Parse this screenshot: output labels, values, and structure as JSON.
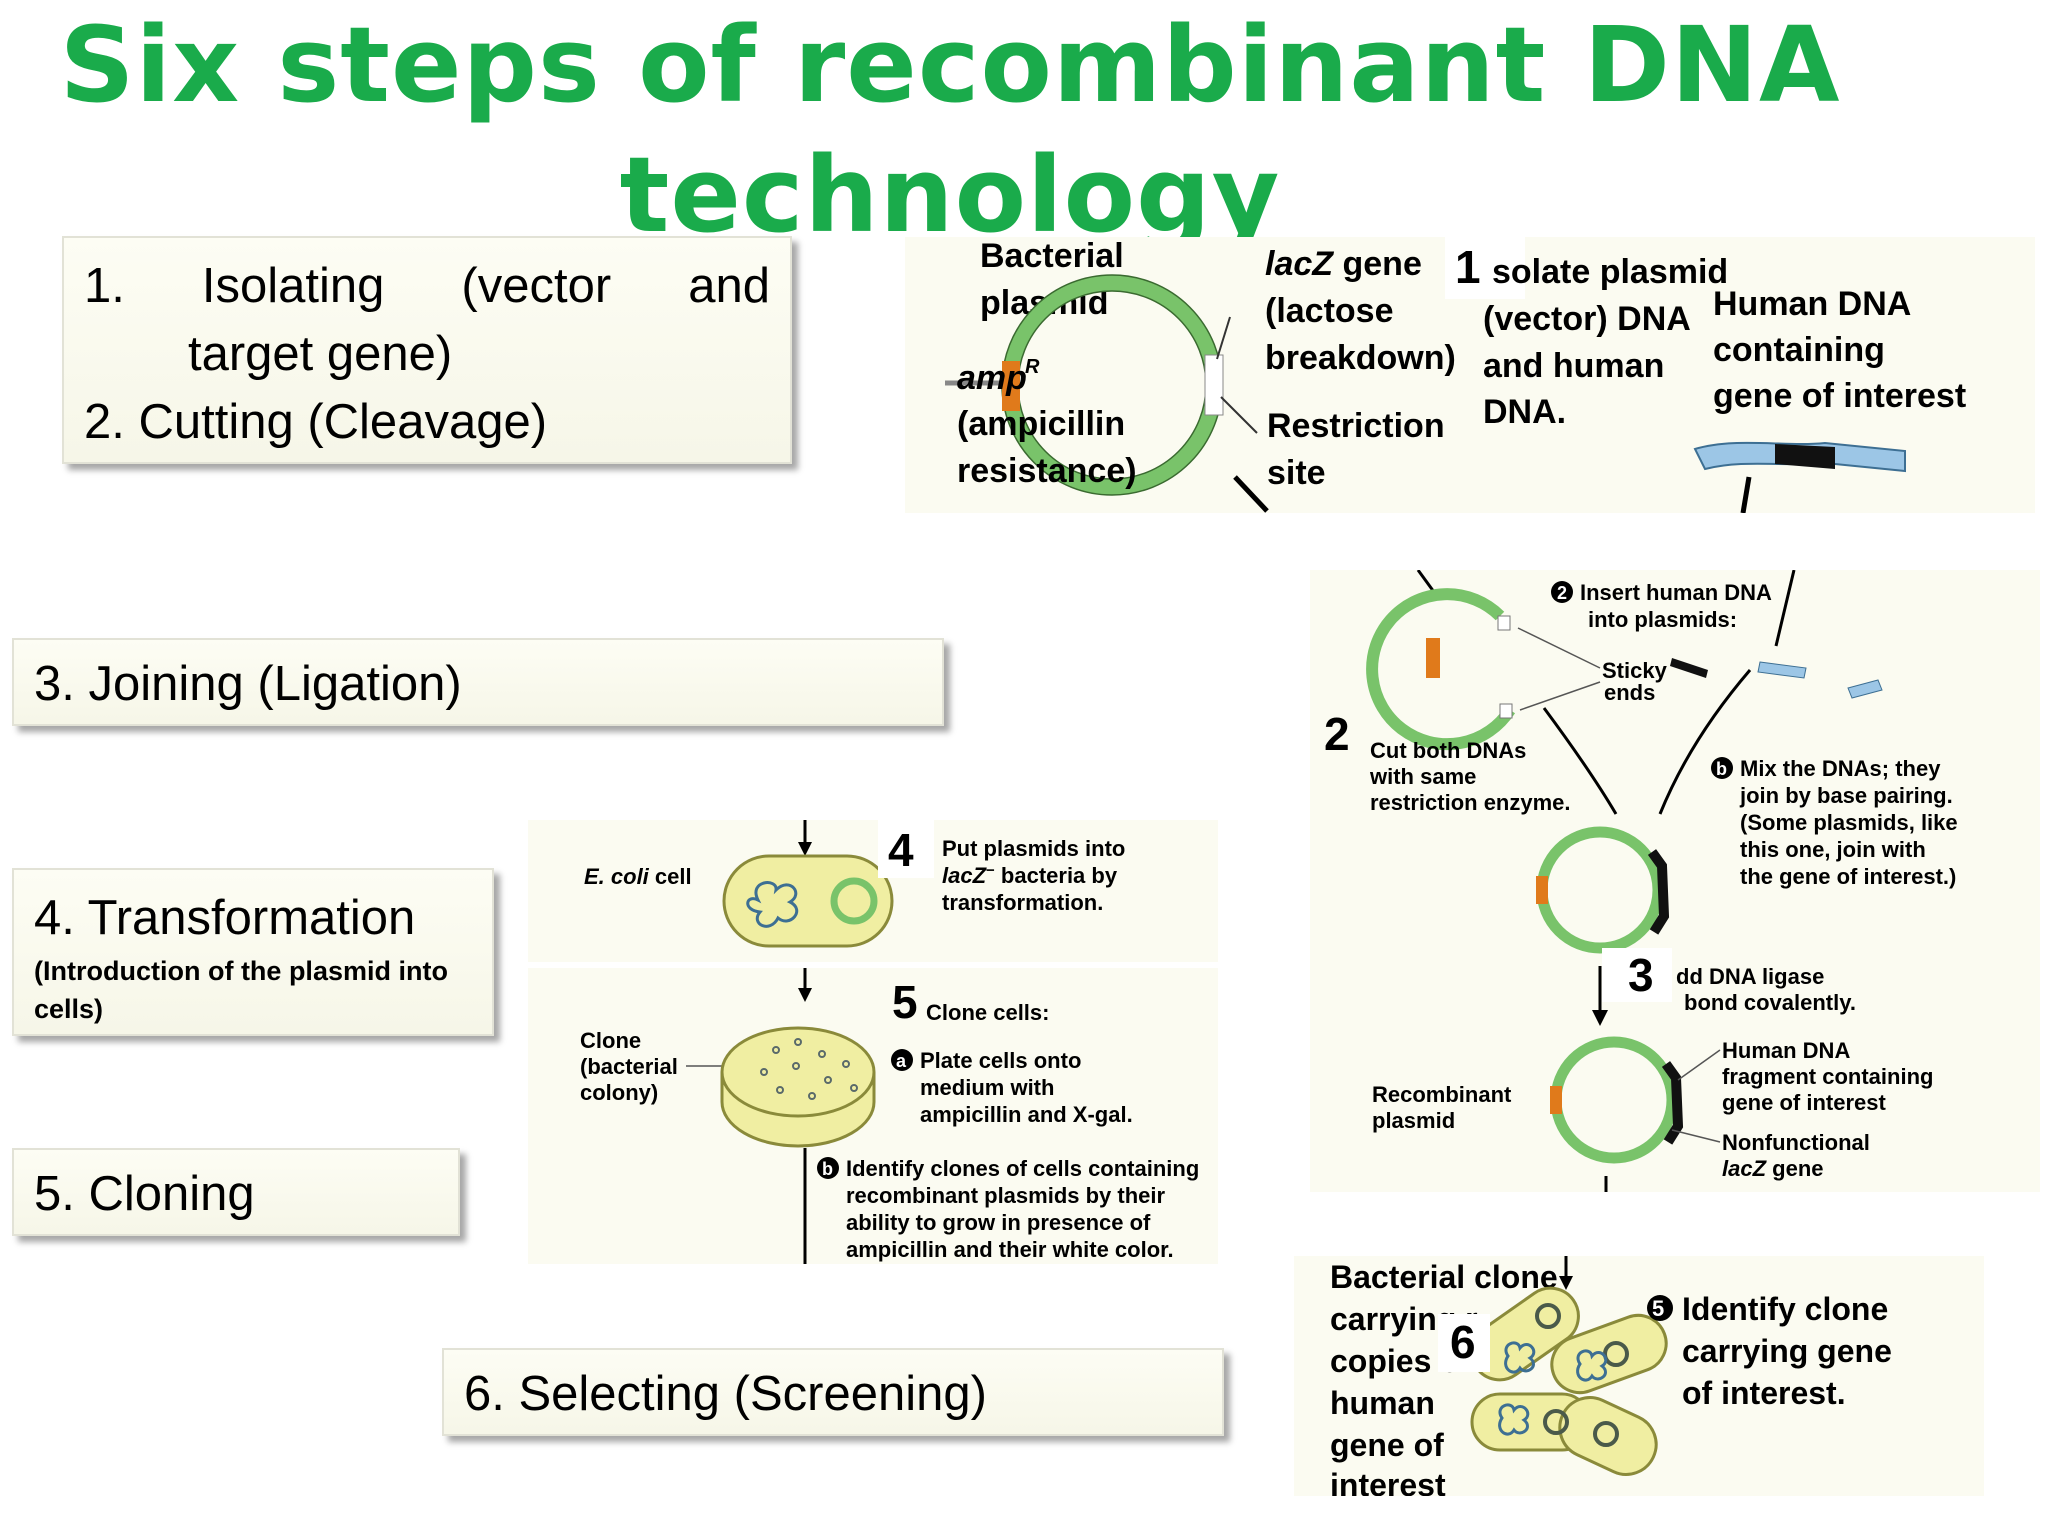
{
  "title": {
    "line1": "Six steps of recombinant DNA",
    "line2": "technology",
    "color": "#1aab4b"
  },
  "steps": {
    "s1a_num": "1.",
    "s1a_text": "Isolating",
    "s1a_text2": "(vector",
    "s1a_text3": "and",
    "s1b_text": "target gene)",
    "s2": "2. Cutting (Cleavage)",
    "s3": "3. Joining (Ligation)",
    "s4_title": "4.   Transformation",
    "s4_sub1": "(Introduction of the plasmid into",
    "s4_sub2": "cells)",
    "s5": "5. Cloning",
    "s6": "6. Selecting (Screening)"
  },
  "diagram": {
    "colors": {
      "plasmid": "#79c36a",
      "amp": "#e07a1b",
      "human_dna": "#9cc6e6",
      "cell": "#f0eea2",
      "cell_border": "#8a8a3a"
    },
    "p1": {
      "num": "1",
      "bacterial": "Bacterial",
      "plasmid": "plasmid",
      "amp1": "amp",
      "amp_sup": "R",
      "amp2": "(ampicillin",
      "amp3": "resistance)",
      "lacz1": "lacZ",
      "lacz1b": " gene",
      "lacz2": "(lactose",
      "lacz3": "breakdown)",
      "rs1": "Restriction",
      "rs2": "site",
      "iso1": "solate plasmid",
      "iso2": "(vector) DNA",
      "iso3": "and human",
      "iso4": "DNA.",
      "hd1": "Human DNA",
      "hd2": "containing",
      "hd3": "gene of interest"
    },
    "p2": {
      "num2": "2",
      "num3": "3",
      "insert1": "Insert human DNA",
      "insert2": "into plasmids:",
      "sticky1": "Sticky",
      "sticky2": "ends",
      "cut1": "Cut both DNAs",
      "cut2": "with same",
      "cut3": "restriction enzyme.",
      "mix1": "Mix the DNAs; they",
      "mix2": "join by base pairing.",
      "mix3": "(Some plasmids, like",
      "mix4": "this one, join with",
      "mix5": "the gene of interest.)",
      "lig1": "dd DNA ligase",
      "lig2": "bond covalently.",
      "rec1": "Recombinant",
      "rec2": "plasmid",
      "hf1": "Human DNA",
      "hf2": "fragment containing",
      "hf3": "gene of interest",
      "nf1": "Nonfunctional",
      "nf2": "lacZ",
      "nf2b": " gene"
    },
    "p3": {
      "num": "4",
      "ecoli1": "E. coli",
      "ecoli2": " cell",
      "put1": "Put plasmids into",
      "put2": "lacZ",
      "put2sup": "−",
      "put2b": " bacteria by",
      "put3": "transformation."
    },
    "p4": {
      "num": "5",
      "clone_cells": "Clone cells:",
      "clone1": "Clone",
      "clone2": "(bacterial",
      "clone3": "colony)",
      "plate1": "Plate cells onto",
      "plate2": "medium with",
      "plate3": "ampicillin and X-gal.",
      "id1": "Identify clones of cells containing",
      "id2": "recombinant plasmids by their",
      "id3": "ability to grow in presence of",
      "id4": "ampicillin and their white color.",
      "badge_a": "a",
      "badge_b": "b"
    },
    "p5": {
      "num": "6",
      "bc1": "Bacterial clone",
      "bc2": "carrying r",
      "bc3": "copies of",
      "bc4": "human",
      "bc5": "gene of",
      "bc6": "interest",
      "idc1": "Identify clone",
      "idc2": "carrying gene",
      "idc3": "of interest.",
      "badge": "5"
    }
  }
}
